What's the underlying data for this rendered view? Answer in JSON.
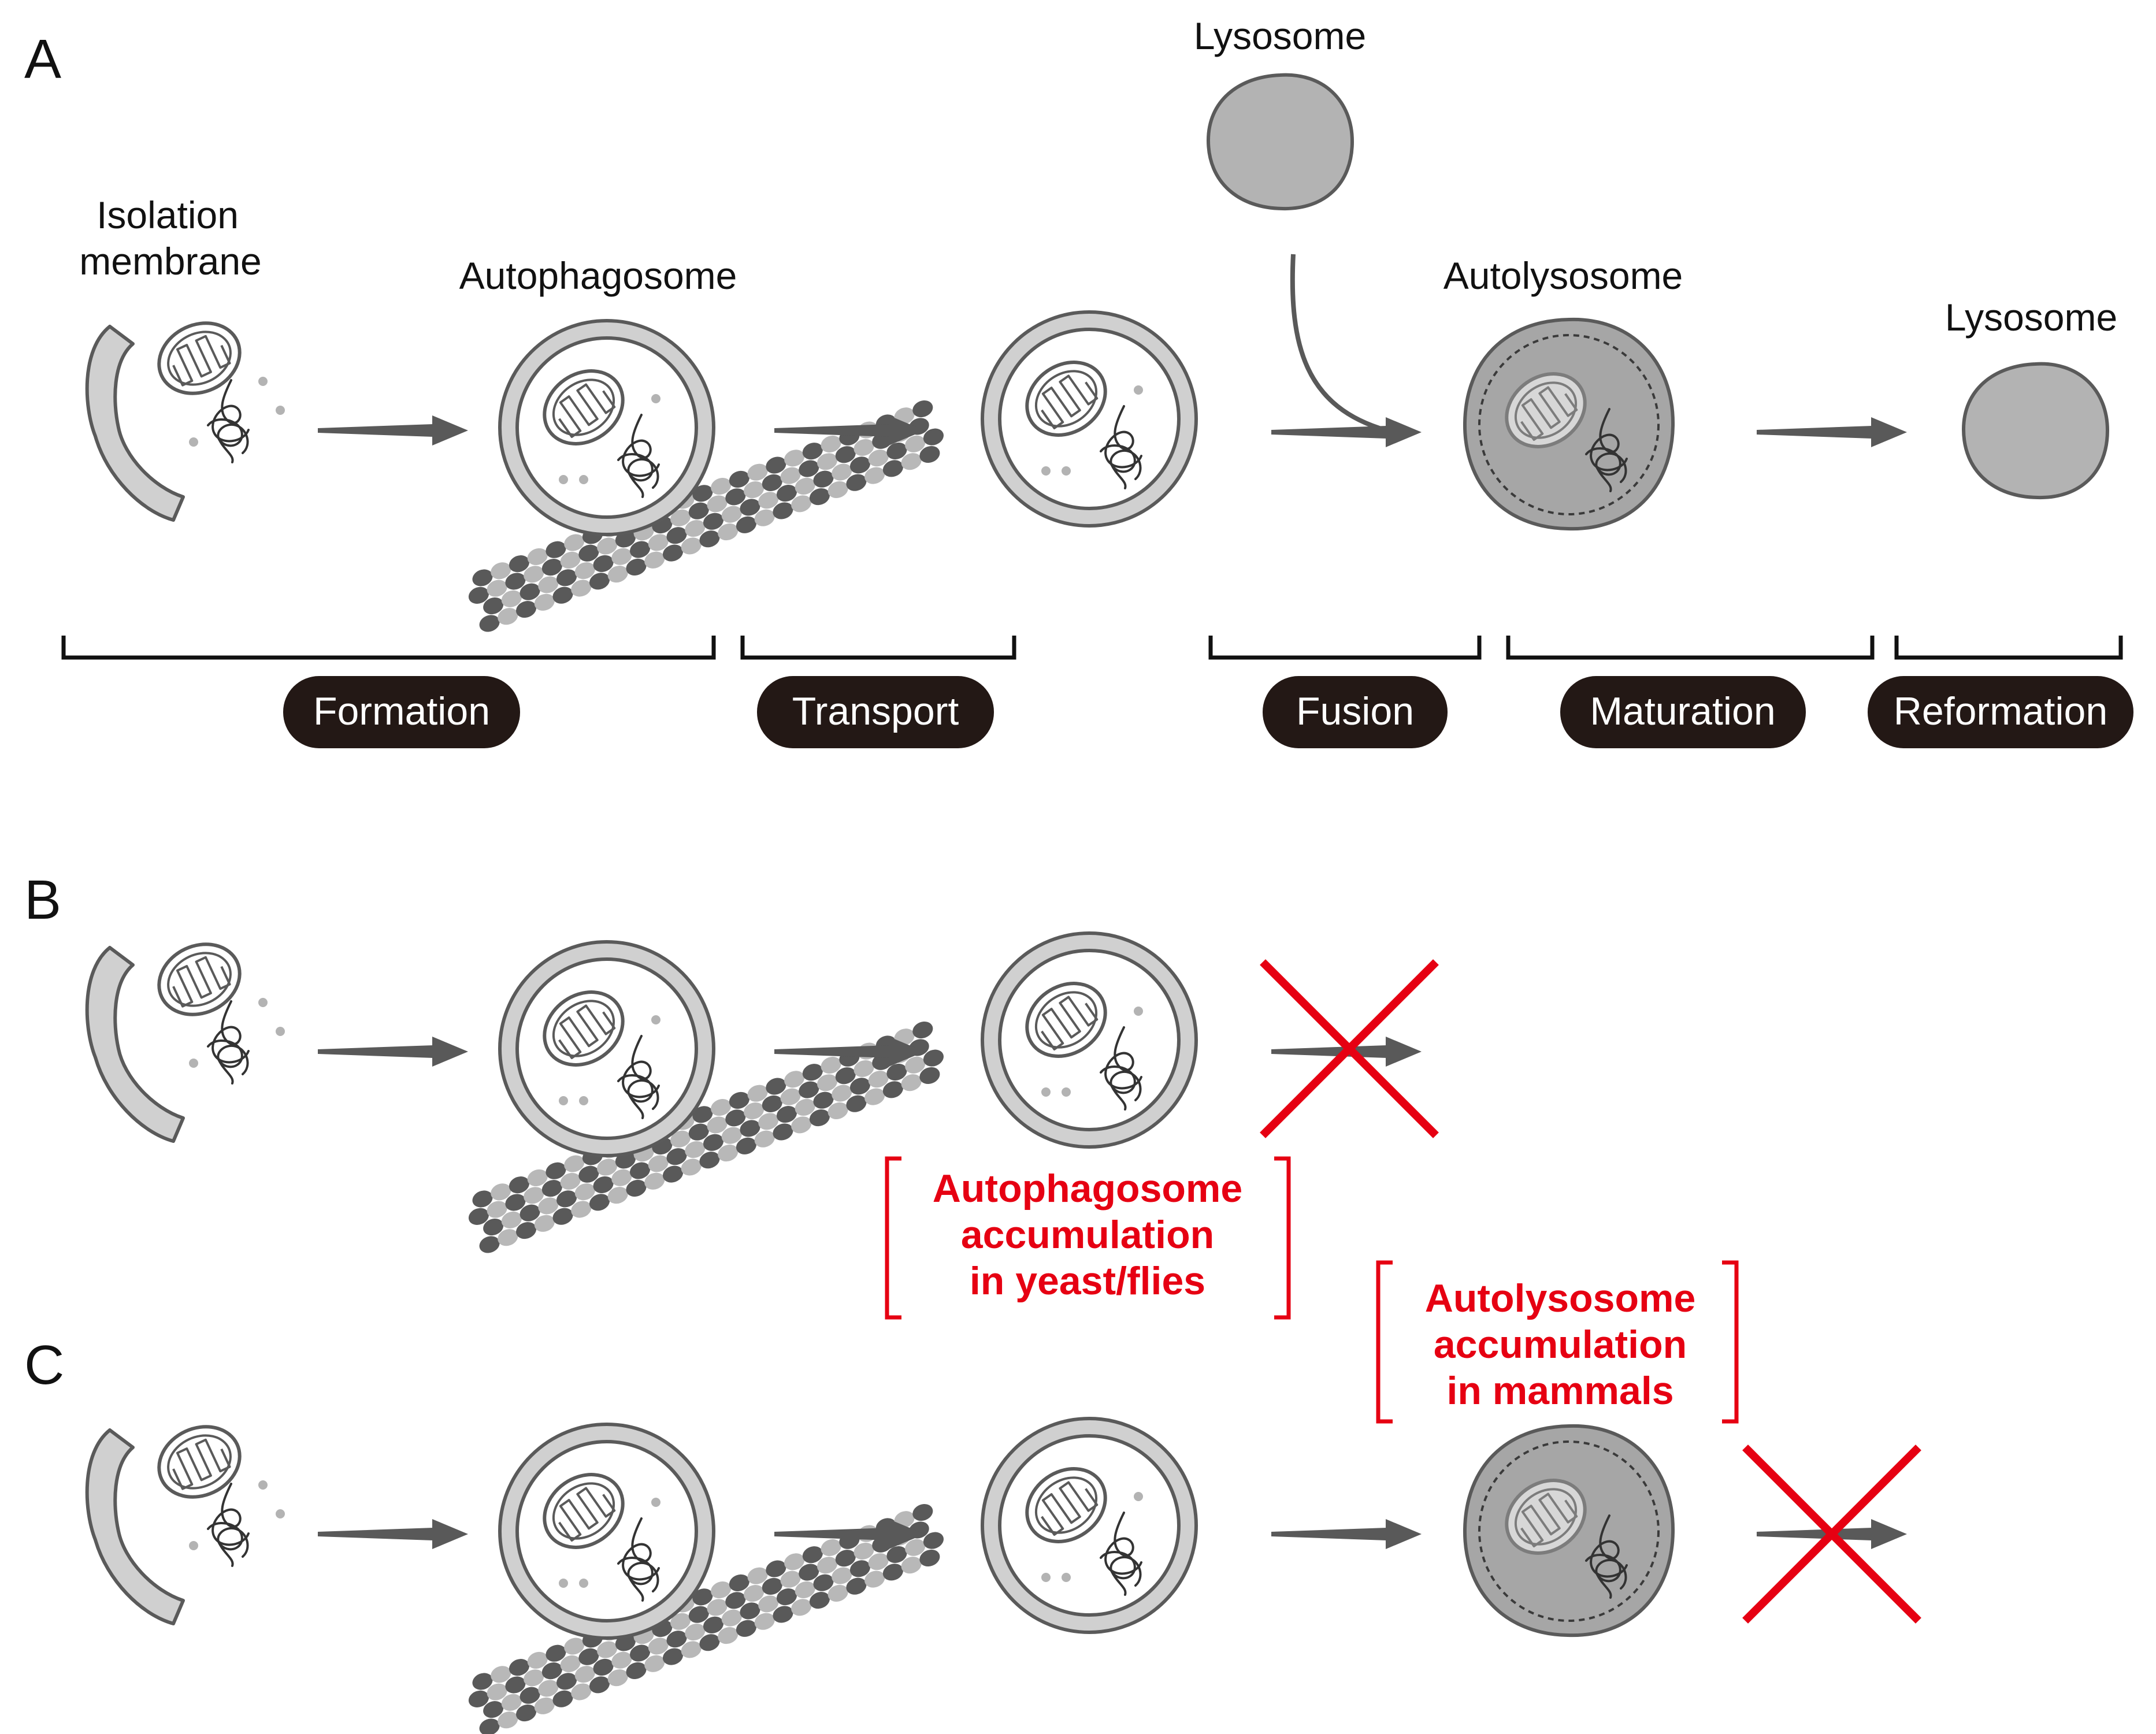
{
  "panels": {
    "a": {
      "letter": "A",
      "labels": {
        "isolation_membrane_line1": "Isolation",
        "isolation_membrane_line2": "membrane",
        "autophagosome": "Autophagosome",
        "lysosome_top": "Lysosome",
        "autolysosome": "Autolysosome",
        "lysosome_right": "Lysosome"
      },
      "steps": [
        "Formation",
        "Transport",
        "Fusion",
        "Maturation",
        "Reformation"
      ]
    },
    "b": {
      "letter": "B",
      "note_lines": [
        "Autophagosome",
        "accumulation",
        "in yeast/flies"
      ]
    },
    "c": {
      "letter": "C",
      "note_lines": [
        "Autolysosome",
        "accumulation",
        "in mammals"
      ]
    }
  },
  "colors": {
    "membrane": "#d0d0d0",
    "outline": "#5a5a5a",
    "lysosome": "#b3b3b3",
    "autolysosome": "#a6a6a6",
    "pill": "#231815",
    "arrow": "#595959",
    "block": "#e60012"
  },
  "icons": [
    "mitochondrion-icon",
    "protein-aggregate-icon",
    "microtubule-icon",
    "block-cross-icon"
  ]
}
